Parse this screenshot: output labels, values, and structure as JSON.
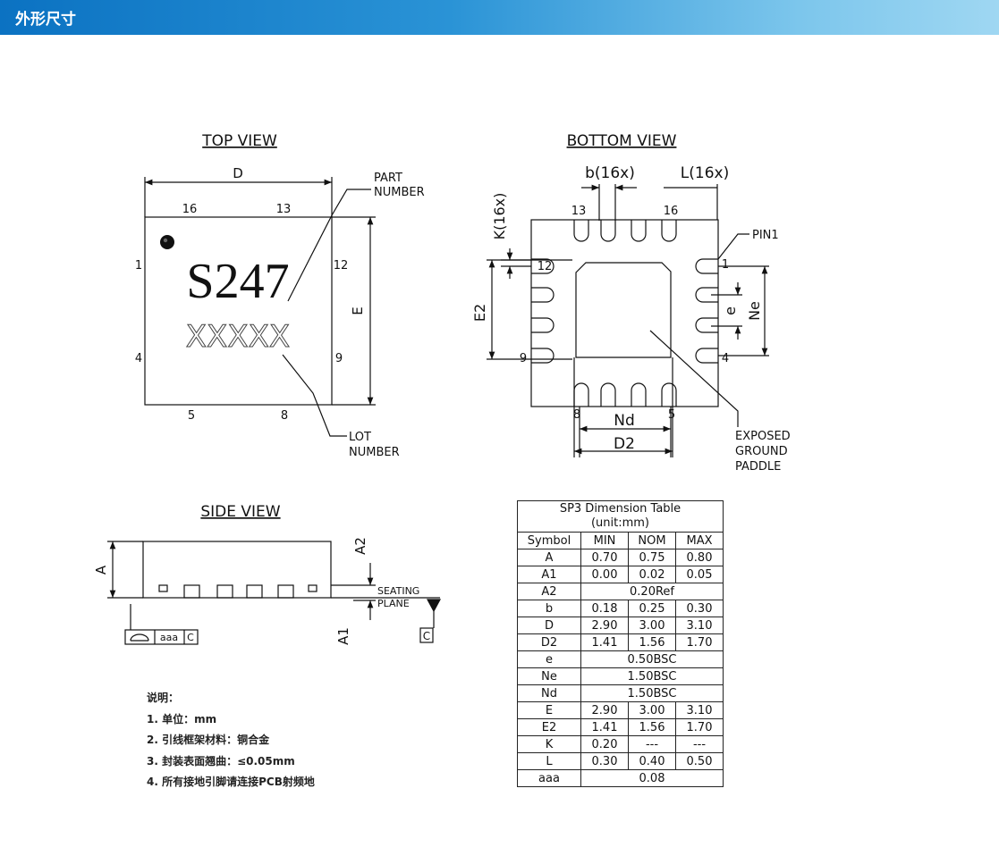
{
  "header": {
    "title": "外形尺寸"
  },
  "top_view": {
    "title": "TOP VIEW",
    "dim_d": "D",
    "dim_e": "E",
    "pins": {
      "p16": "16",
      "p13": "13",
      "p1": "1",
      "p12": "12",
      "p4": "4",
      "p9": "9",
      "p5": "5",
      "p8": "8"
    },
    "part_code": "S247",
    "lot_code": "XXXXX",
    "part_number_label": [
      "PART",
      "NUMBER"
    ],
    "lot_number_label": [
      "LOT",
      "NUMBER"
    ]
  },
  "bottom_view": {
    "title": "BOTTOM VIEW",
    "b_label": "b(16x)",
    "l_label": "L(16x)",
    "k_label": "K(16x)",
    "pins": {
      "p13": "13",
      "p16": "16",
      "p12": "12",
      "p1": "1",
      "p9": "9",
      "p4": "4",
      "p8": "8",
      "p5": "5"
    },
    "pin1_label": "PIN1",
    "e2_label": "E2",
    "e_label": "e",
    "ne_label": "Ne",
    "nd_label": "Nd",
    "d2_label": "D2",
    "paddle_label": [
      "EXPOSED",
      "GROUND",
      "PADDLE"
    ]
  },
  "side_view": {
    "title": "SIDE VIEW",
    "a_label": "A",
    "a2_label": "A2",
    "a1_label": "A1",
    "seating_plane": [
      "SEATING",
      "PLANE"
    ],
    "aaa_label": "aaa",
    "c_label": "C",
    "c_ref": "C"
  },
  "notes": {
    "title": "说明：",
    "items": [
      "1. 单位：mm",
      "2. 引线框架材料：铜合金",
      "3. 封装表面翘曲：≤0.05mm",
      "4. 所有接地引脚请连接PCB射频地"
    ]
  },
  "dimension_table": {
    "title_line1": "SP3 Dimension Table",
    "title_line2": "(unit:mm)",
    "headers": [
      "Symbol",
      "MIN",
      "NOM",
      "MAX"
    ],
    "rows": [
      {
        "symbol": "A",
        "min": "0.70",
        "nom": "0.75",
        "max": "0.80"
      },
      {
        "symbol": "A1",
        "min": "0.00",
        "nom": "0.02",
        "max": "0.05"
      },
      {
        "symbol": "A2",
        "span": "0.20Ref"
      },
      {
        "symbol": "b",
        "min": "0.18",
        "nom": "0.25",
        "max": "0.30"
      },
      {
        "symbol": "D",
        "min": "2.90",
        "nom": "3.00",
        "max": "3.10"
      },
      {
        "symbol": "D2",
        "min": "1.41",
        "nom": "1.56",
        "max": "1.70"
      },
      {
        "symbol": "e",
        "span": "0.50BSC"
      },
      {
        "symbol": "Ne",
        "span": "1.50BSC"
      },
      {
        "symbol": "Nd",
        "span": "1.50BSC"
      },
      {
        "symbol": "E",
        "min": "2.90",
        "nom": "3.00",
        "max": "3.10"
      },
      {
        "symbol": "E2",
        "min": "1.41",
        "nom": "1.56",
        "max": "1.70"
      },
      {
        "symbol": "K",
        "min": "0.20",
        "nom": "---",
        "max": "---"
      },
      {
        "symbol": "L",
        "min": "0.30",
        "nom": "0.40",
        "max": "0.50"
      },
      {
        "symbol": "aaa",
        "span": "0.08"
      }
    ]
  }
}
